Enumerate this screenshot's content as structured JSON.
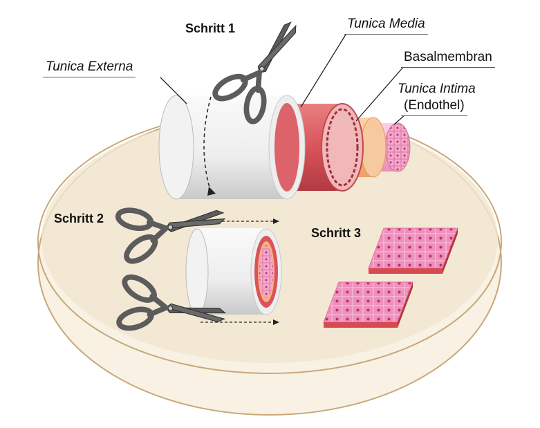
{
  "labels": {
    "step1": "Schritt 1",
    "step2": "Schritt 2",
    "step3": "Schritt 3",
    "tunica_externa": "Tunica Externa",
    "tunica_media": "Tunica Media",
    "basalmembran": "Basalmembran",
    "tunica_intima": "Tunica Intima",
    "endothel": "(Endothel)"
  },
  "colors": {
    "dish_rim": "#c8a878",
    "dish_fill": "#f1e6d0",
    "externa": "#f2f2f2",
    "media": "#d9535a",
    "basal": "#f6b27a",
    "intima": "#f3a3c8",
    "cells": "#e985b2",
    "scissors": "#5c5c5c"
  }
}
